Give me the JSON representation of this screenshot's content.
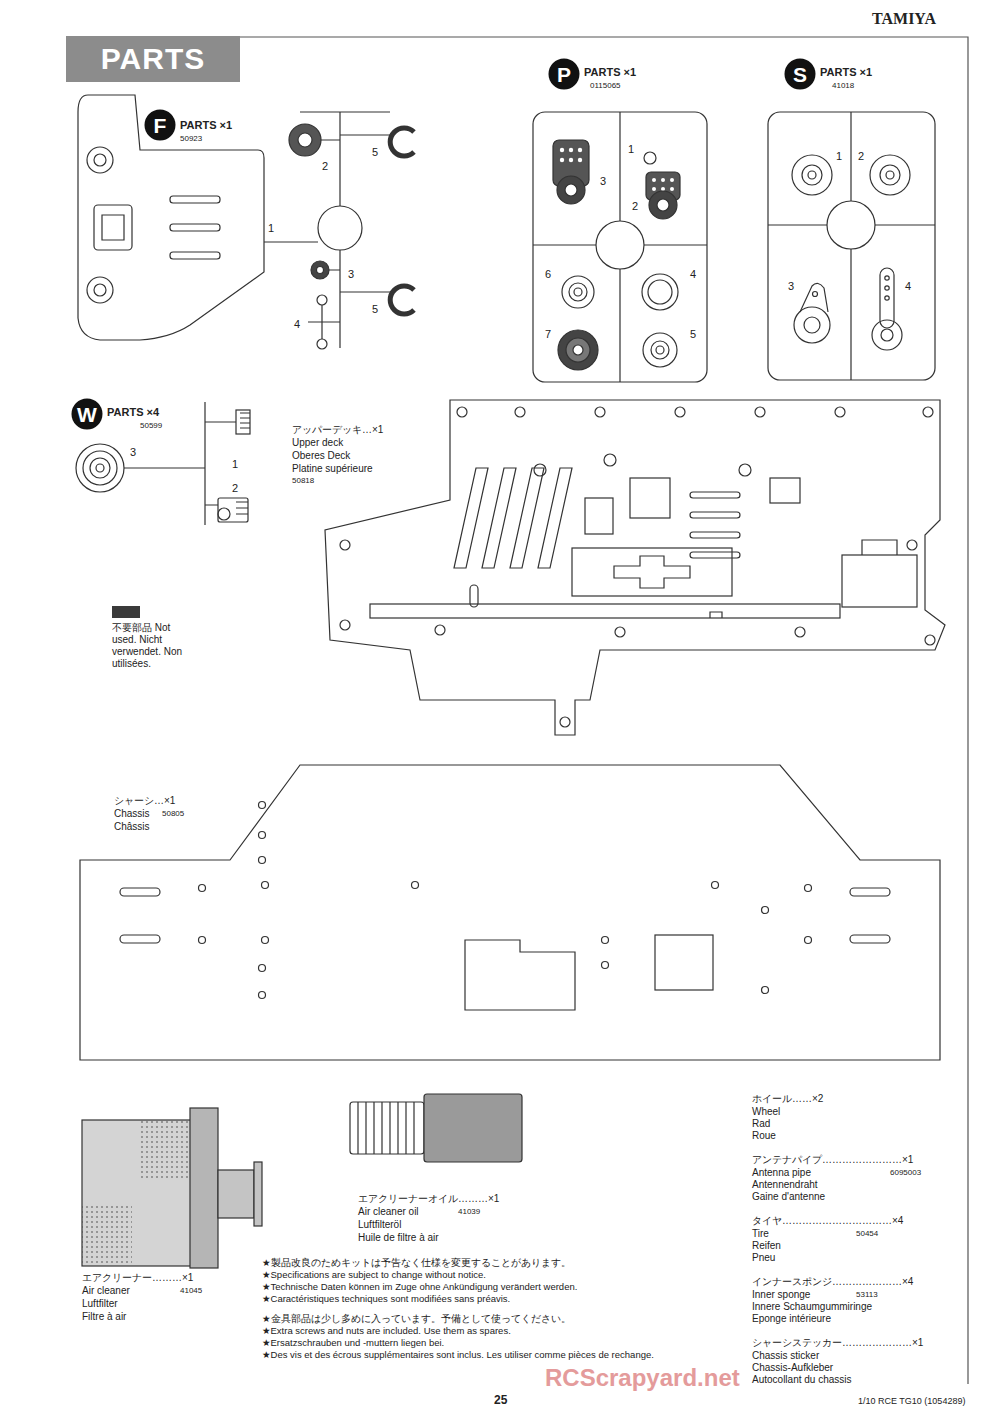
{
  "diagram": {
    "nodes": [
      {
        "text": [
          "PARTS"
        ]
      },
      {
        "text": [
          "F"
        ]
      },
      {
        "text": [
          "P"
        ]
      },
      {
        "text": [
          "S"
        ]
      },
      {
        "text": [
          "W"
        ]
      }
    ],
    "edges": [],
    "labels": [
      "TAMIYA",
      "PARTS ×1",
      "50923",
      "1",
      "2",
      "5",
      "3",
      "5",
      "4",
      "PARTS ×1",
      "0115065",
      "1",
      "3",
      "2",
      "6",
      "4",
      "7",
      "5",
      "PARTS ×1",
      "41018",
      "1",
      "2",
      "3",
      "4",
      "PARTS ×4",
      "50599",
      "3",
      "1",
      "2",
      "アッパーデッキ…×1",
      "Upper deck",
      "Oberes Deck",
      "Platine supérieure",
      "50818",
      "シャーシ…×1",
      "Chassis",
      "50805",
      "Châssis",
      "エアクリーナー………×1",
      "Air cleaner",
      "41045",
      "Luftfilter",
      "Filtre à air",
      "エアクリーナーオイル………×1",
      "Air cleaner oil",
      "41039",
      "Luftfilteröl",
      "Huile de filtre à air",
      "★製品改良のためキットは予告なく仕様を変更することがあります。",
      "★Specifications are subject to change without notice.",
      "★Technische Daten können im Zuge ohne Ankündigung verändert werden.",
      "★Caractéristiques techniques sont modifiées sans préavis.",
      "★金具部品は少し多めに入っています。予備として使ってください。",
      "★Extra screws and nuts are included. Use them as spares.",
      "★Ersatzschrauben und -muttern liegen bei.",
      "★Des vis et des écrous supplémentaires sont inclus. Les utiliser comme pièces de rechange.",
      "ホイール……×2",
      "Wheel",
      "Rad",
      "Roue",
      "アンテナパイプ……………………×1",
      "Antenna pipe",
      "6095003",
      "Antennendraht",
      "Gaine d'antenne",
      "タイヤ……………………………×4",
      "Tire",
      "50454",
      "Reifen",
      "Pneu",
      "インナースポンジ…………………×4",
      "Inner sponge",
      "53113",
      "Innere Schaumgummiringe",
      "Eponge intérieure",
      "シャーシステッカー…………………×1",
      "Chassis sticker",
      "Chassis-Aufkleber",
      "Autocollant du chassis",
      "25",
      "1/10 RCE TG10 (1054289)",
      "RCScrapyard.net"
    ],
    "legend": [
      {
        "text": "不要部品 Not used. Nicht verwendet. Non utilisées.",
        "color": "#3a3a3a"
      }
    ]
  }
}
